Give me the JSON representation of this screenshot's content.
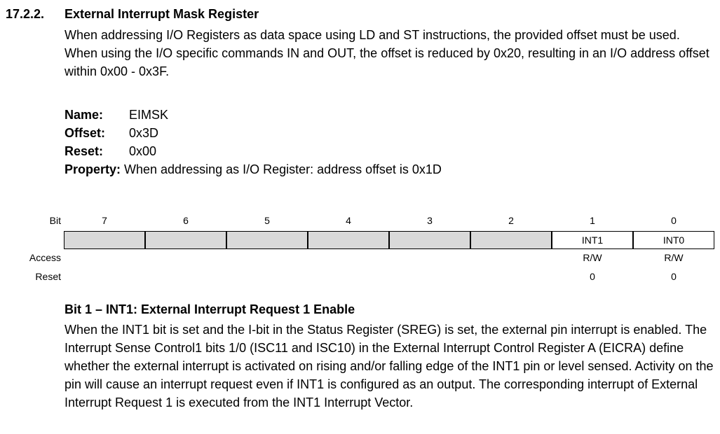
{
  "section": {
    "number": "17.2.2.",
    "title": "External Interrupt Mask Register",
    "intro": "When addressing I/O Registers as data space using LD and ST instructions, the provided offset must be used. When using the I/O specific commands IN and OUT, the offset is reduced by 0x20, resulting in an I/O address offset within 0x00 - 0x3F."
  },
  "register_props": {
    "name_label": "Name:",
    "name_value": "EIMSK",
    "offset_label": "Offset:",
    "offset_value": "0x3D",
    "reset_label": "Reset:",
    "reset_value": "0x00",
    "property_label": "Property:",
    "property_value": "When addressing as I/O Register: address offset is 0x1D"
  },
  "register_table": {
    "bit_label": "Bit",
    "access_label": "Access",
    "reset_label": "Reset",
    "bits": [
      {
        "number": "7",
        "name": "",
        "access": "",
        "reset": ""
      },
      {
        "number": "6",
        "name": "",
        "access": "",
        "reset": ""
      },
      {
        "number": "5",
        "name": "",
        "access": "",
        "reset": ""
      },
      {
        "number": "4",
        "name": "",
        "access": "",
        "reset": ""
      },
      {
        "number": "3",
        "name": "",
        "access": "",
        "reset": ""
      },
      {
        "number": "2",
        "name": "",
        "access": "",
        "reset": ""
      },
      {
        "number": "1",
        "name": "INT1",
        "access": "R/W",
        "reset": "0"
      },
      {
        "number": "0",
        "name": "INT0",
        "access": "R/W",
        "reset": "0"
      }
    ]
  },
  "bit_description": {
    "heading": "Bit 1 – INT1:  External Interrupt Request 1 Enable",
    "text": "When the INT1 bit is set and the I-bit in the Status Register (SREG) is set, the external pin interrupt is enabled. The Interrupt Sense Control1 bits 1/0 (ISC11 and ISC10) in the External Interrupt Control Register A (EICRA) define whether the external interrupt is activated on rising and/or falling edge of the INT1 pin or level sensed. Activity on the pin will cause an interrupt request even if INT1 is configured as an output. The corresponding interrupt of External Interrupt Request 1 is executed from the INT1 Interrupt Vector."
  }
}
